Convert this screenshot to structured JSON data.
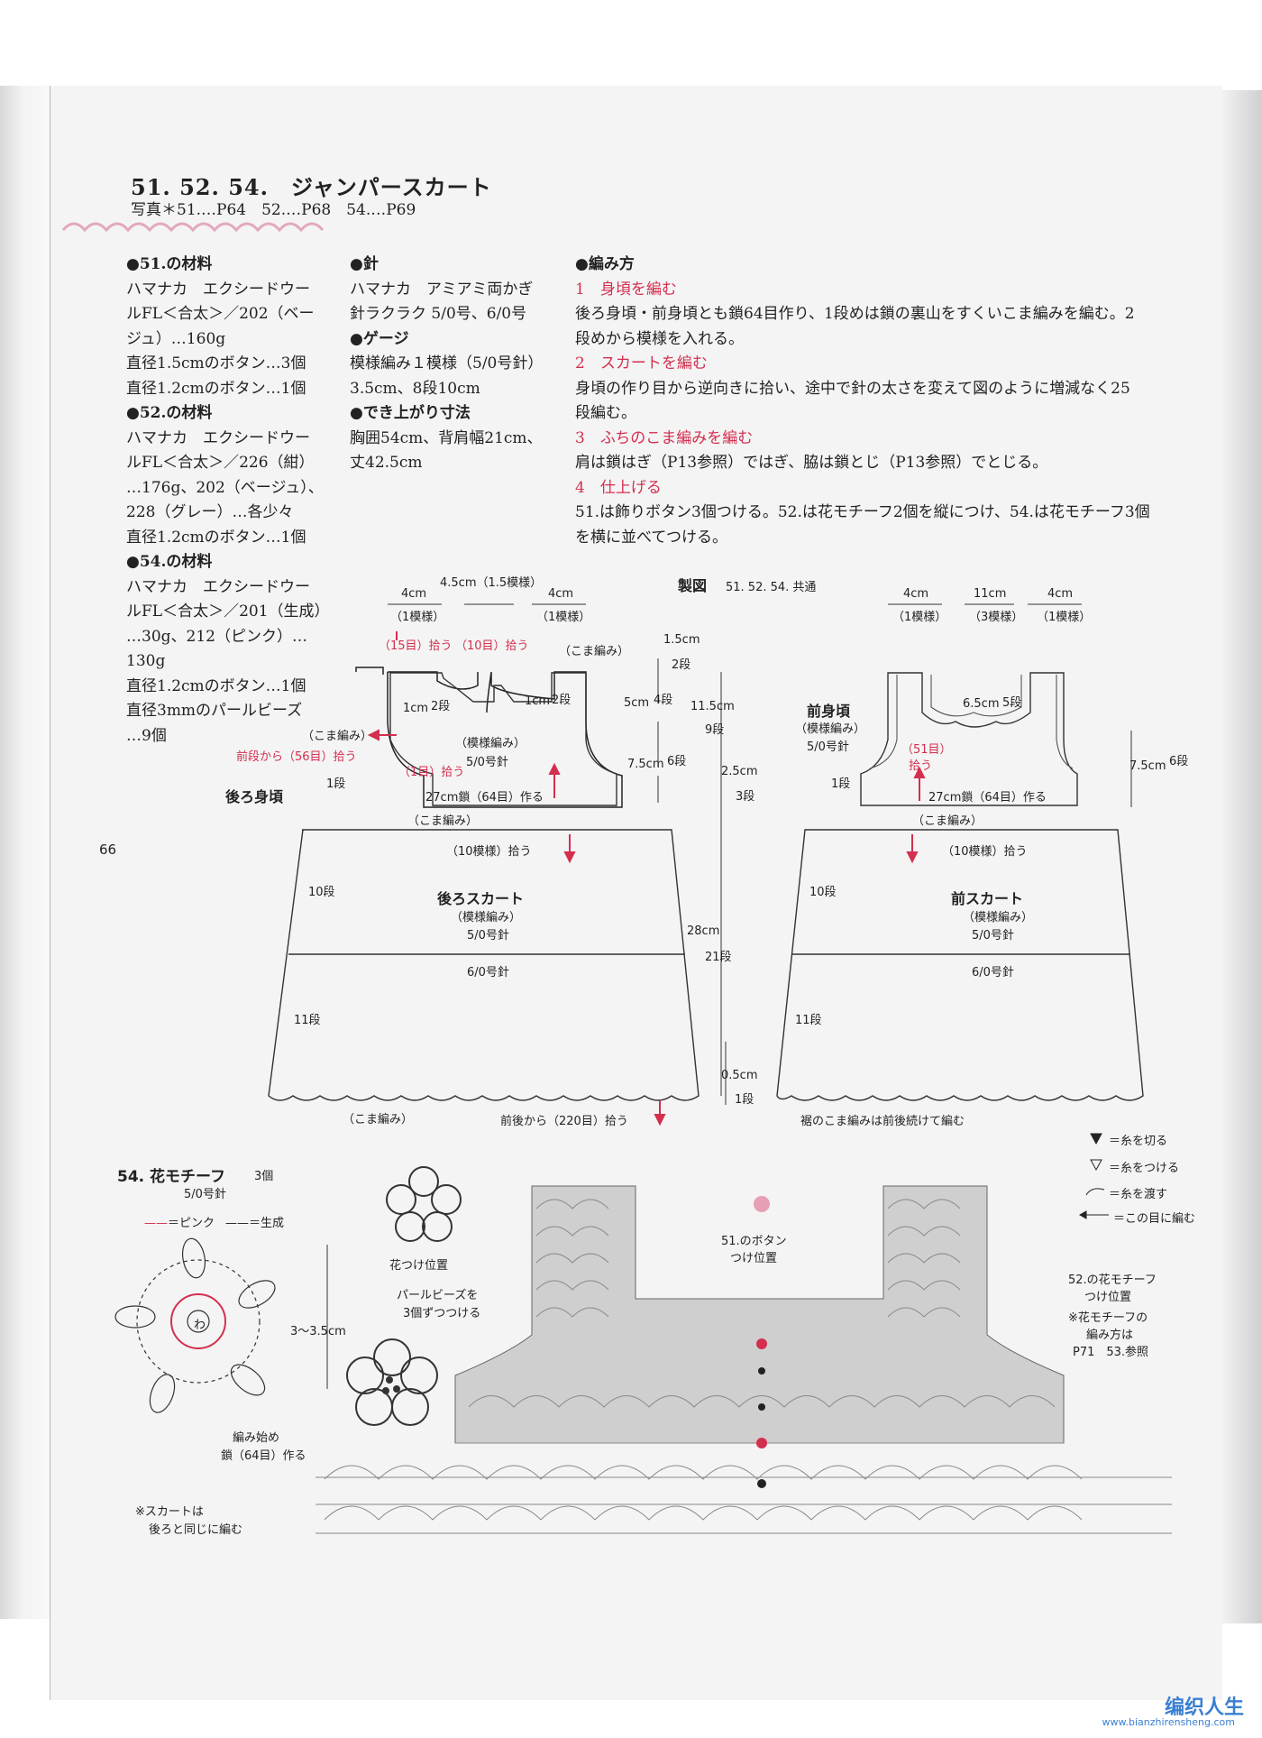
{
  "header": {
    "title": "51. 52. 54.　ジャンパースカート",
    "photo_ref": "写真＊51.…P64　52.…P68　54.…P69"
  },
  "materials": {
    "m51_head": "●51.の材料",
    "m51": [
      "ハマナカ　エクシードウー",
      "ルFL＜合太＞／202（ベー",
      "ジュ）…160g",
      "直径1.5cmのボタン…3個",
      "直径1.2cmのボタン…1個"
    ],
    "m52_head": "●52.の材料",
    "m52": [
      "ハマナカ　エクシードウー",
      "ルFL＜合太＞／226（紺）",
      "…176g、202（ベージュ）、",
      "228（グレー）…各少々",
      "直径1.2cmのボタン…1個"
    ],
    "m54_head": "●54.の材料",
    "m54": [
      "ハマナカ　エクシードウー",
      "ルFL＜合太＞／201（生成）",
      "…30g、212（ピンク）…",
      "130g",
      "直径1.2cmのボタン…1個",
      "直径3mmのパールビーズ",
      "…9個"
    ]
  },
  "tools": {
    "needle_head": "●針",
    "needle": [
      "ハマナカ　アミアミ両かぎ",
      "針ラクラク 5/0号、6/0号"
    ],
    "gauge_head": "●ゲージ",
    "gauge": [
      "模様編み１模様（5/0号針）",
      "3.5cm、8段10cm"
    ],
    "size_head": "●でき上がり寸法",
    "size": [
      "胸囲54cm、背肩幅21cm、",
      "丈42.5cm"
    ]
  },
  "method": {
    "head": "●編み方",
    "s1_title": "1　身頃を編む",
    "s1": [
      "後ろ身頃・前身頃とも鎖64目作り、1段めは鎖の裏山をすくいこま編みを編む。2",
      "段めから模様を入れる。"
    ],
    "s2_title": "2　スカートを編む",
    "s2": [
      "身頃の作り目から逆向きに拾い、途中で針の太さを変えて図のように増減なく25",
      "段編む。"
    ],
    "s3_title": "3　ふちのこま編みを編む",
    "s3": [
      "肩は鎖はぎ（P13参照）ではぎ、脇は鎖とじ（P13参照）でとじる。"
    ],
    "s4_title": "4　仕上げる",
    "s4": [
      "51.は飾りボタン3個つける。52.は花モチーフ2個を縦につけ、54.は花モチーフ3個",
      "を横に並べてつける。"
    ]
  },
  "schematic": {
    "heading": "製図",
    "common": "51. 52. 54. 共通",
    "back": {
      "w4a": "4cm",
      "w4a_m": "（1模様）",
      "w45": "4.5cm（1.5模様）",
      "w4b": "4cm",
      "w4b_m": "（1模様）",
      "pick15": "（15目）拾う",
      "pick10": "（10目）拾う",
      "koma1": "（こま編み）",
      "d15": "1.5cm",
      "d15r": "2段",
      "d1a": "1cm",
      "d1a_r": "2段",
      "d1b": "1cm",
      "d1b_r": "2段",
      "d5": "5cm",
      "d5r": "4段",
      "d115": "11.5cm",
      "d115r": "9段",
      "koma2": "（こま編み）",
      "pattern": "（模様編み）",
      "needle": "5/0号針",
      "pick56": "前段から（56目）拾う",
      "pick1": "（1目）拾う",
      "d75": "7.5cm",
      "d75r": "6段",
      "d25": "2.5cm",
      "d25r": "3段",
      "d1r": "1段",
      "label": "後ろ身頃",
      "chain": "27cm鎖（64目）作る",
      "koma3": "（こま編み）"
    },
    "back_skirt": {
      "pick": "（10模様）拾う",
      "r10": "10段",
      "label": "後ろスカート",
      "pattern": "（模様編み）",
      "needle1": "5/0号針",
      "needle2": "6/0号針",
      "r11": "11段",
      "d28": "28cm",
      "d28r": "21段",
      "d05": "0.5cm",
      "d05r": "1段",
      "koma": "（こま編み）",
      "pick220": "前後から（220目）拾う"
    },
    "front": {
      "w4a": "4cm",
      "w4a_m": "（1模様）",
      "w11": "11cm",
      "w11_m": "（3模様）",
      "w4b": "4cm",
      "w4b_m": "（1模様）",
      "label": "前身頃",
      "pattern": "（模様編み）",
      "needle": "5/0号針",
      "d65": "6.5cm",
      "d65r": "5段",
      "pick51": "（51目）",
      "pick51b": "拾う",
      "d75": "7.5cm",
      "d75r": "6段",
      "d1r": "1段",
      "chain": "27cm鎖（64目）作る",
      "koma": "（こま編み）"
    },
    "front_skirt": {
      "pick": "（10模様）拾う",
      "r10": "10段",
      "label": "前スカート",
      "pattern": "（模様編み）",
      "needle1": "5/0号針",
      "needle2": "6/0号針",
      "r11": "11段",
      "note": "裾のこま編みは前後続けて編む"
    }
  },
  "motif": {
    "title": "54. 花モチーフ",
    "count": "3個",
    "needle": "5/0号針",
    "legend_pink": "＝ピンク",
    "legend_ivory": "＝生成",
    "size": "3〜3.5cm",
    "flower_pos": "花つけ位置",
    "beads": [
      "パールビーズを",
      "3個ずつつける"
    ],
    "start": [
      "編み始め",
      "鎖（64目）作る"
    ],
    "skirt_note": [
      "※スカートは",
      "後ろと同じに編む"
    ],
    "center": "わ"
  },
  "chart": {
    "button51": [
      "51.のボタン",
      "つけ位置"
    ],
    "motif52": [
      "52.の花モチーフ",
      "つけ位置"
    ],
    "motif53": [
      "※花モチーフの",
      "編み方は",
      "P71　53.参照"
    ],
    "legend": [
      "＝糸を切る",
      "＝糸をつける",
      "＝糸を渡す",
      "＝この目に編む"
    ]
  },
  "page_number": "66",
  "watermark": "编织人生",
  "watermark_url": "www.bianzhirensheng.com"
}
